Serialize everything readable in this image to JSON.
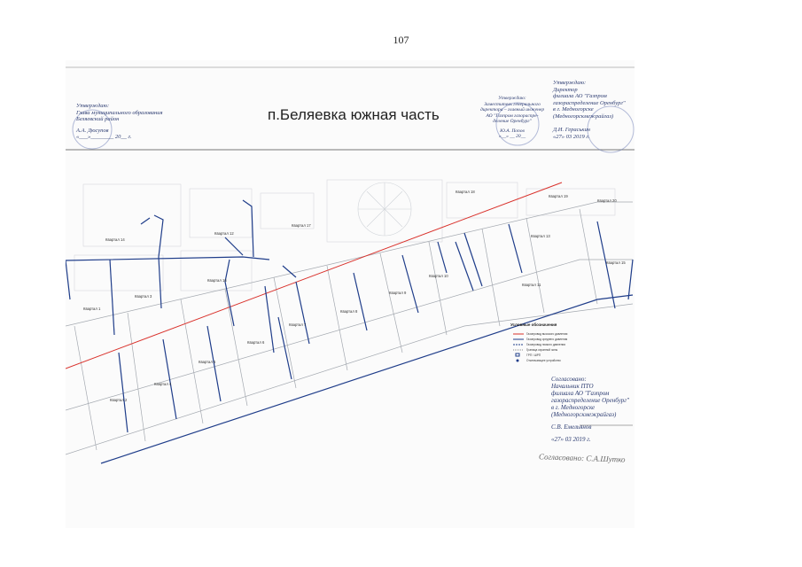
{
  "page": {
    "number": "107"
  },
  "map": {
    "title": "п.Беляевка южная часть",
    "approve_left": {
      "lines": [
        "Утверждаю:",
        "Глава муниципального образования",
        "Беляевский район"
      ],
      "signature": "А.А. Дюсупов",
      "date": "«___»________ 20__ г."
    },
    "approve_center": {
      "lines": [
        "Утверждаю:",
        "Заместитель генерального",
        "директора – главный инженер",
        "АО \"Газпром газораспре-",
        "деление Оренбург\""
      ],
      "signature": "Ю.А. Попов",
      "date": "«__» __ 20__"
    },
    "approve_right": {
      "lines": [
        "Утверждаю:",
        "Директор",
        "филиала АО \"Газпром",
        "газораспределение Оренбург\"",
        "в г. Медногорске",
        "(Медногорскмежрайгаз)"
      ],
      "signature": "Д.И. Гераськин",
      "date": "«27» 03 2019 г."
    },
    "agreed": {
      "lines": [
        "Согласовано:",
        "Начальник ПТО",
        "филиала АО \"Газпром",
        "газораспределение Оренбург\"",
        "в г. Медногорске",
        "(Медногорскмежрайгаз)"
      ],
      "signature": "С.В. Емельянов",
      "date": "«27» 03 2019 г."
    },
    "handwritten": "Согласовано: С.А.Шутко",
    "legend": {
      "title": "Условные обозначения",
      "items": [
        "Газопровод высокого давления",
        "Газопровод среднего давления",
        "Газопровод низкого давления",
        "Граница охранной зоны",
        "ГРП / ШРП",
        "Отключающее устройство"
      ]
    },
    "quarters": [
      "Квартал 1",
      "Квартал 2",
      "Квартал 3",
      "Квартал 4",
      "Квартал 5",
      "Квартал 6",
      "Квартал 7",
      "Квартал 8",
      "Квартал 9",
      "Квартал 10",
      "Квартал 11",
      "Квартал 12",
      "Квартал 13",
      "Квартал 14",
      "Квартал 15",
      "Квартал 16",
      "Квартал 17",
      "Квартал 18",
      "Квартал 19",
      "Квартал 20"
    ],
    "colors": {
      "gas_pipe": "#1f3d8a",
      "high_pressure": "#d9302a",
      "street": "#9aa0a8",
      "stamp": "#2a3a70"
    }
  }
}
